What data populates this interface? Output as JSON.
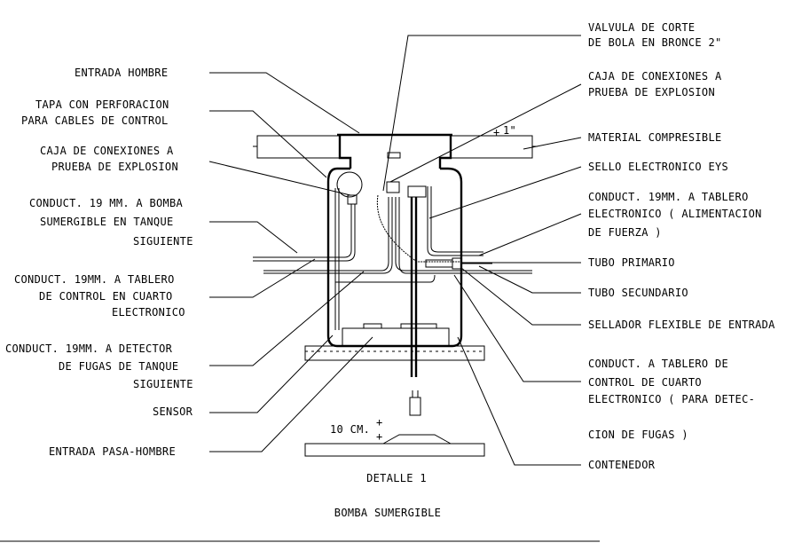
{
  "title": "DETALLE 1",
  "subtitle": "BOMBA SUMERGIBLE",
  "dimension_label": "10 CM.",
  "slope_label": "1\"",
  "colors": {
    "line": "#000000",
    "fill_compressible": "#c8a040",
    "background": "#ffffff"
  },
  "left_labels": [
    {
      "lines": [
        "ENTRADA HOMBRE"
      ]
    },
    {
      "lines": [
        "TAPA CON PERFORACION",
        "PARA CABLES DE CONTROL"
      ]
    },
    {
      "lines": [
        "CAJA DE CONEXIONES A",
        "PRUEBA DE EXPLOSION"
      ]
    },
    {
      "lines": [
        "CONDUCT. 19 MM. A BOMBA",
        "SUMERGIBLE EN TANQUE",
        "SIGUIENTE"
      ]
    },
    {
      "lines": [
        "CONDUCT. 19MM. A TABLERO",
        "DE CONTROL EN CUARTO",
        "ELECTRONICO"
      ]
    },
    {
      "lines": [
        "CONDUCT. 19MM. A DETECTOR",
        "DE FUGAS DE TANQUE",
        "SIGUIENTE"
      ]
    },
    {
      "lines": [
        "SENSOR"
      ]
    },
    {
      "lines": [
        "ENTRADA PASA-HOMBRE"
      ]
    }
  ],
  "right_labels": [
    {
      "lines": [
        "VALVULA DE CORTE",
        "DE BOLA EN BRONCE  2\""
      ]
    },
    {
      "lines": [
        "CAJA DE CONEXIONES A",
        "PRUEBA DE EXPLOSION"
      ]
    },
    {
      "lines": [
        "MATERIAL COMPRESIBLE"
      ]
    },
    {
      "lines": [
        "SELLO ELECTRONICO  EYS"
      ]
    },
    {
      "lines": [
        "CONDUCT. 19MM. A TABLERO",
        "ELECTRONICO ( ALIMENTACION",
        "DE FUERZA )"
      ]
    },
    {
      "lines": [
        "TUBO PRIMARIO"
      ]
    },
    {
      "lines": [
        "TUBO SECUNDARIO"
      ]
    },
    {
      "lines": [
        "SELLADOR FLEXIBLE DE ENTRADA"
      ]
    },
    {
      "lines": [
        "CONDUCT. A TABLERO DE",
        "CONTROL DE CUARTO",
        "ELECTRONICO ( PARA DETEC-",
        "CION DE FUGAS )"
      ]
    },
    {
      "lines": [
        "CONTENEDOR"
      ]
    }
  ]
}
